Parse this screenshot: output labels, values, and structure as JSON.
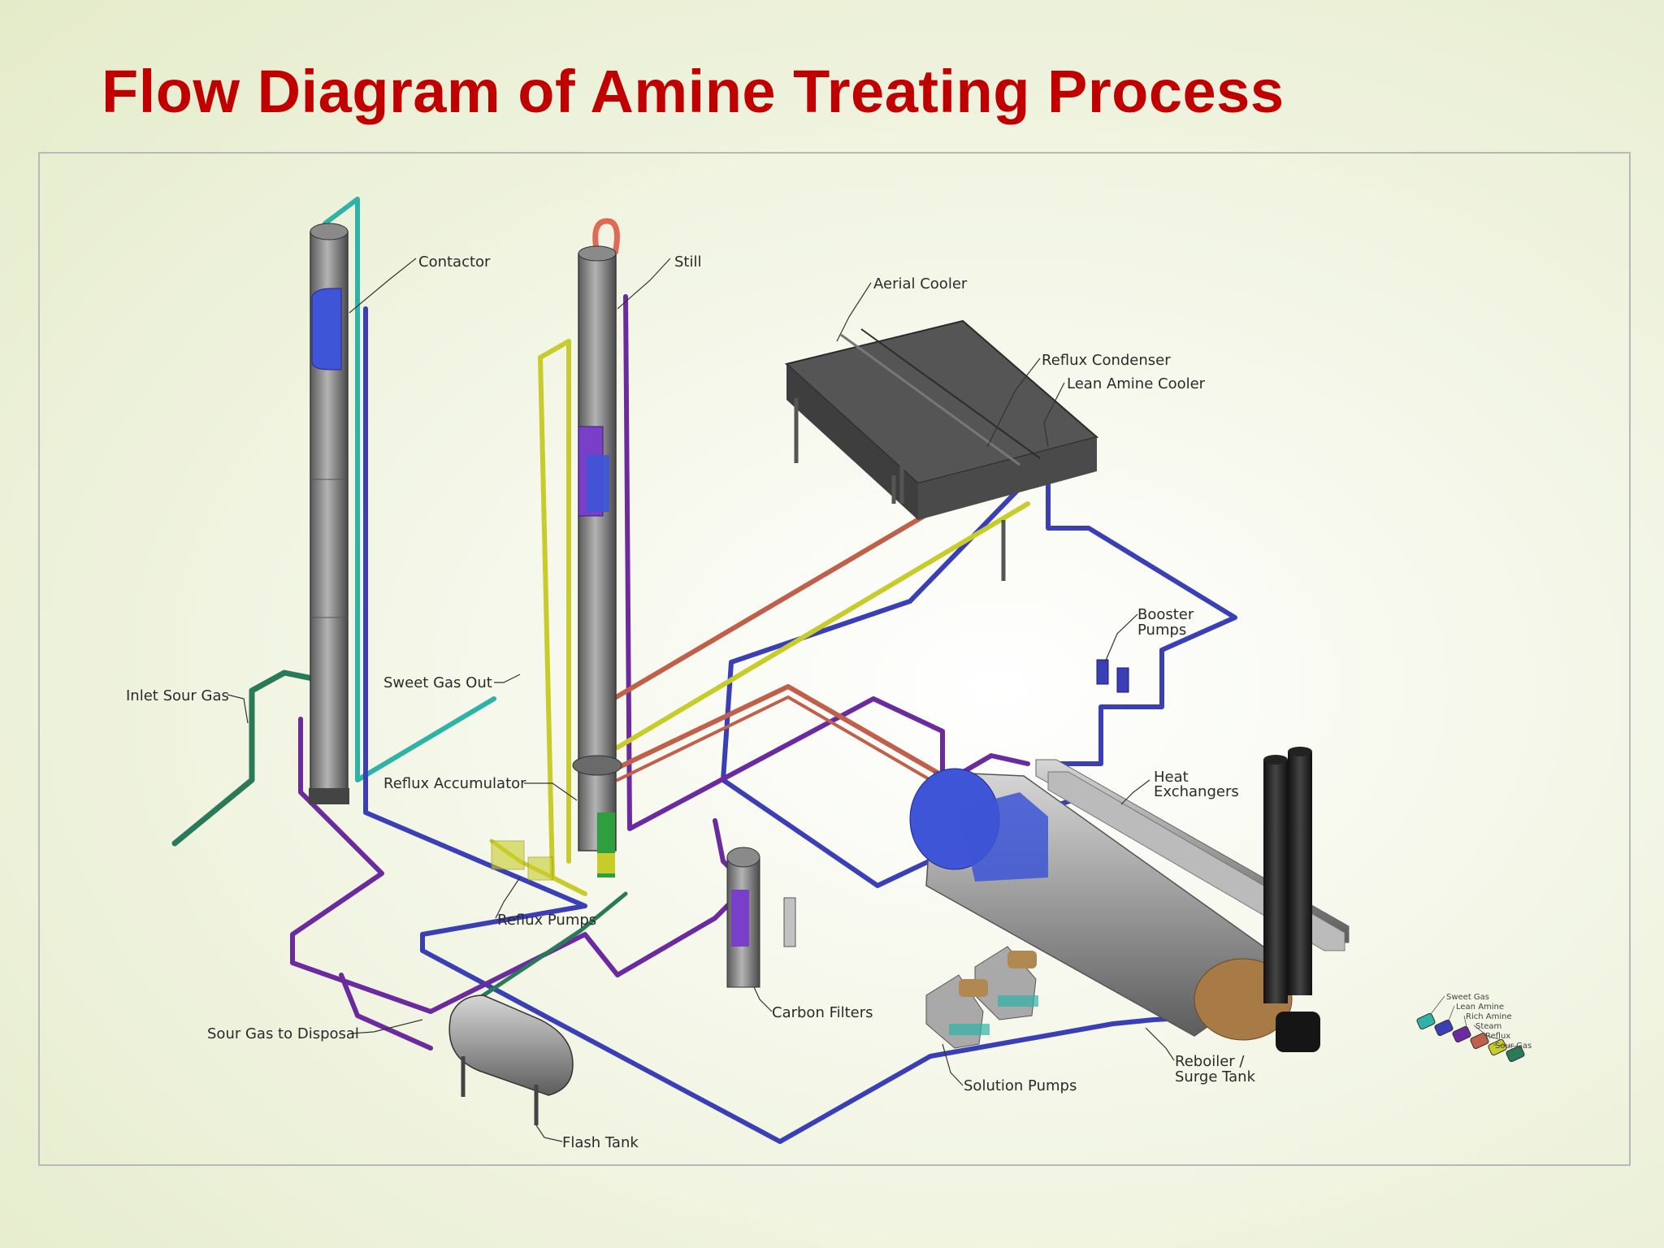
{
  "title": "Flow Diagram of Amine Treating Process",
  "labels": {
    "contactor": "Contactor",
    "still": "Still",
    "aerial_cooler": "Aerial Cooler",
    "reflux_condenser": "Reflux Condenser",
    "lean_amine_cooler": "Lean Amine Cooler",
    "booster_pumps_1": "Booster",
    "booster_pumps_2": "Pumps",
    "heat_exchangers_1": "Heat",
    "heat_exchangers_2": "Exchangers",
    "inlet_sour_gas": "Inlet Sour Gas",
    "sweet_gas_out": "Sweet Gas Out",
    "reflux_accumulator": "Reflux Accumulator",
    "reflux_pumps": "Reflux Pumps",
    "carbon_filters": "Carbon Filters",
    "sour_gas_to_disposal": "Sour Gas to Disposal",
    "solution_pumps": "Solution Pumps",
    "reboiler_1": "Reboiler /",
    "reboiler_2": "Surge Tank",
    "flash_tank": "Flash Tank"
  },
  "legend": [
    {
      "label": "Sweet Gas",
      "color": "#2fb3a6"
    },
    {
      "label": "Lean Amine",
      "color": "#3b3fb5"
    },
    {
      "label": "Rich Amine",
      "color": "#6b2a9e"
    },
    {
      "label": "Steam",
      "color": "#c0604a"
    },
    {
      "label": "Reflux",
      "color": "#c8cc2a"
    },
    {
      "label": "Sour Gas",
      "color": "#2a7a5a"
    }
  ],
  "colors": {
    "title": "#c00000",
    "sweet_gas": "#2fb3a6",
    "lean_amine": "#3b3fb5",
    "rich_amine": "#6b2a9e",
    "steam": "#c0604a",
    "reflux": "#c8cc2a",
    "sour_gas": "#2a7a5a"
  }
}
